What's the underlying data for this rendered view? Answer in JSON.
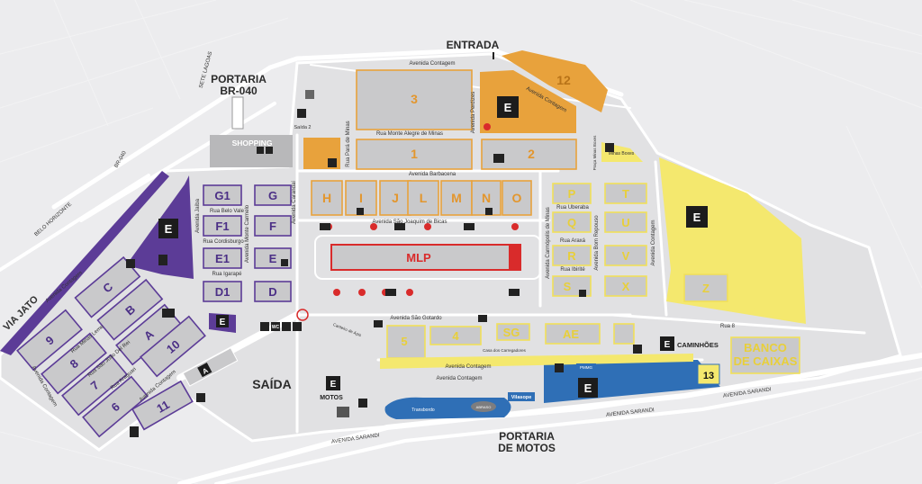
{
  "gates": {
    "entrada": "ENTRADA",
    "portaria_br040_l1": "PORTARIA",
    "portaria_br040_l2": "BR-040",
    "saida": "SAÍDA",
    "portaria_motos_l1": "PORTARIA",
    "portaria_motos_l2": "DE MOTOS",
    "saida2": "Saída 2"
  },
  "places": {
    "shopping": "SHOPPING",
    "mlp": "MLP",
    "banco_l1": "BANCO",
    "banco_l2": "DE CAIXAS",
    "caminhoes": "CAMINHÕES",
    "motos": "MOTOS",
    "transbordo": "Transbordo",
    "abrasol": "ABRASO",
    "vilasope": "Vilasope",
    "pmmg": "PMMG",
    "sg": "SG",
    "ae": "AE",
    "casa_carregadores": "Casa dos Carregadores",
    "minas_boxes": "Minas Boxes",
    "praca_minas_boxes": "Praça Minas Boxes",
    "pedra_azul": "Canteiro de Ápis"
  },
  "roads": {
    "sete_lagoas": "SETE LAGOAS",
    "br040": "BR-040",
    "belo_horizonte": "BELO HORIZONTE",
    "via_jato": "VIA JATO",
    "av_sarandi_1": "AVENIDA SARANDI",
    "av_sarandi_2": "AVENIDA SARANDI",
    "av_sarandi_3": "AVENIDA SARANDI",
    "av_contagem_top": "Avenida Contagem",
    "av_contagem_mid": "Avenida Contagem",
    "av_contagem_right": "Avenida Contagem",
    "av_contagem_orange": "Avenida Contagem",
    "av_contagem_left": "Avenida Contagem",
    "av_contagem_left2": "Avenida Contagem",
    "av_contagem_bl": "Avenida Contagem",
    "av_contagem_bottom": "Avenida Contagem",
    "rua_monte_alegre": "Rua Monte Alegre de Minas",
    "av_barbacena": "Avenida Barbacena",
    "rua_para_minas": "Rua Pará de Minas",
    "av_perdizes": "Avenida Perdizes",
    "av_sao_joaquim": "Avenida São Joaquim de Bicas",
    "av_sao_gotardo": "Avenida São Gotardo",
    "av_carmopolis": "Avenida Carmópolis de Minas",
    "rua_uberaba": "Rua Uberaba",
    "rua_araxa": "Rua Araxá",
    "rua_ibirite": "Rua Ibirité",
    "av_bom_repouso": "Avenida Bom Repouso",
    "rua_belo_vale": "Rua Belo Vale",
    "rua_cordisburgo": "Rua Cordisburgo",
    "rua_igarape": "Rua Igarapé",
    "av_jaiba": "Avenida Jaíba",
    "av_monte_carmelo": "Avenida Monte Carmelo",
    "av_caranda": "Avenida Carandaí",
    "rua_minas_leme": "Rua Minas Leme",
    "rua_sao_joao_del_rei": "Rua São João Del Rei",
    "rua_araguari": "Rua Araguari",
    "rua_8": "Rua 8"
  },
  "blocks_orange": [
    "3",
    "1",
    "2",
    "12",
    "H",
    "I",
    "J",
    "L",
    "M",
    "N",
    "O"
  ],
  "blocks_yellow": [
    "P",
    "T",
    "Q",
    "U",
    "R",
    "V",
    "S",
    "X",
    "Z",
    "5",
    "4",
    "13"
  ],
  "blocks_purple": [
    "G1",
    "G",
    "F1",
    "F",
    "E1",
    "E",
    "D1",
    "D",
    "C",
    "B",
    "A",
    "9",
    "8",
    "7",
    "6",
    "10",
    "11"
  ],
  "block_a_small": "A",
  "estacionamento": "E",
  "colors": {
    "orange": "#e8a23c",
    "yellow": "#f4e86e",
    "purple": "#5c3c97",
    "blue": "#2f6fb6",
    "red": "#d92b2b",
    "block": "#c9c9cb",
    "background": "#ececee"
  },
  "icons": {
    "wc": "WC",
    "food": "restaurant-icon",
    "atm": "atm-icon",
    "info": "info-icon",
    "bank": "bank-icon"
  }
}
